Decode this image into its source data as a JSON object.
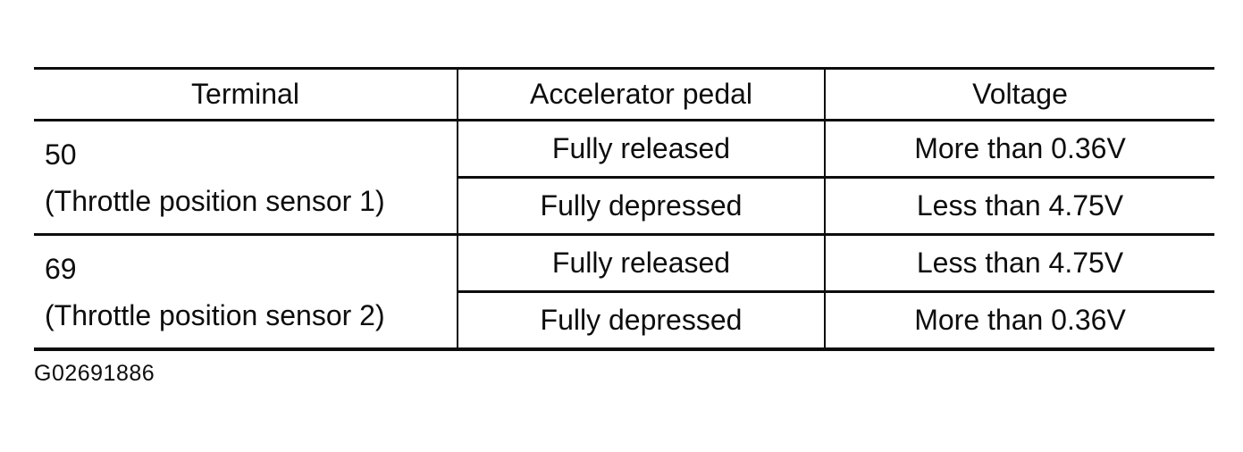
{
  "table": {
    "headers": [
      "Terminal",
      "Accelerator pedal",
      "Voltage"
    ],
    "groups": [
      {
        "terminal_line1": "50",
        "terminal_line2": "(Throttle position sensor 1)",
        "rows": [
          {
            "pedal": "Fully released",
            "voltage": "More than 0.36V"
          },
          {
            "pedal": "Fully depressed",
            "voltage": "Less than 4.75V"
          }
        ]
      },
      {
        "terminal_line1": "69",
        "terminal_line2": "(Throttle position sensor 2)",
        "rows": [
          {
            "pedal": "Fully released",
            "voltage": "Less than 4.75V"
          },
          {
            "pedal": "Fully depressed",
            "voltage": "More than 0.36V"
          }
        ]
      }
    ]
  },
  "footer": {
    "figure_id": "G02691886"
  },
  "colors": {
    "ink": "#0d0d0d",
    "background": "#ffffff"
  },
  "chart_data": {
    "type": "table",
    "title": "",
    "columns": [
      "Terminal",
      "Accelerator pedal",
      "Voltage"
    ],
    "rows": [
      [
        "50 (Throttle position sensor 1)",
        "Fully released",
        "More than 0.36V"
      ],
      [
        "50 (Throttle position sensor 1)",
        "Fully depressed",
        "Less than 4.75V"
      ],
      [
        "69 (Throttle position sensor 2)",
        "Fully released",
        "Less than 4.75V"
      ],
      [
        "69 (Throttle position sensor 2)",
        "Fully depressed",
        "More than 0.36V"
      ]
    ]
  }
}
